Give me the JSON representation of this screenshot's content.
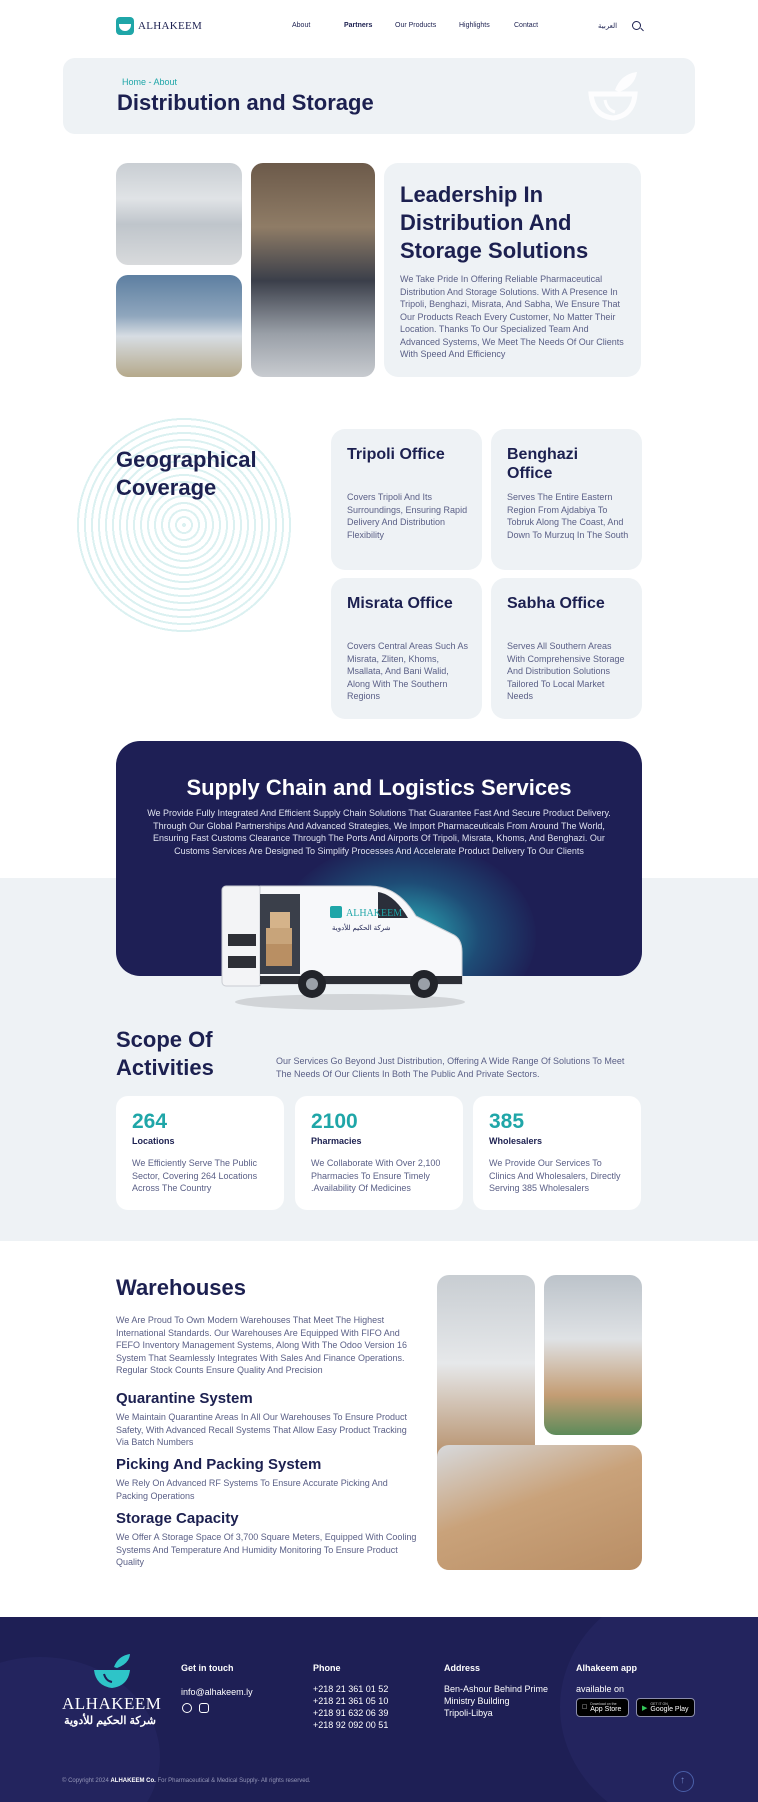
{
  "header": {
    "logo_text": "ALHAKEEM",
    "nav": [
      "About",
      "Partners",
      "Our Products",
      "Highlights",
      "Contact"
    ],
    "active_nav": "Partners",
    "language": "العربية"
  },
  "hero": {
    "breadcrumb": "Home - About",
    "title": "Distribution and Storage"
  },
  "leadership": {
    "title": "Leadership In Distribution And Storage Solutions",
    "text": "We Take Pride In Offering Reliable Pharmaceutical Distribution And Storage Solutions. With A Presence In Tripoli, Benghazi, Misrata, And Sabha, We Ensure That Our Products Reach Every Customer, No Matter Their Location. Thanks To Our Specialized Team And Advanced Systems, We Meet The Needs Of Our Clients With Speed And Efficiency"
  },
  "geo": {
    "title": "Geographical Coverage",
    "offices": [
      {
        "title": "Tripoli Office",
        "text": "Covers Tripoli And Its Surroundings, Ensuring Rapid Delivery And Distribution Flexibility"
      },
      {
        "title": "Benghazi Office",
        "text": "Serves The Entire Eastern Region From Ajdabiya To Tobruk Along The Coast, And Down To Murzuq In The South"
      },
      {
        "title": "Misrata Office",
        "text": "Covers Central Areas Such As Misrata, Zliten, Khoms, Msallata, And Bani Walid, Along With The Southern Regions"
      },
      {
        "title": "Sabha Office",
        "text": "Serves All Southern Areas With Comprehensive Storage And Distribution Solutions Tailored To Local Market Needs"
      }
    ]
  },
  "supply": {
    "title": "Supply Chain and Logistics Services",
    "text": "We Provide Fully Integrated And Efficient Supply Chain Solutions That Guarantee Fast And Secure Product Delivery. Through Our Global Partnerships And Advanced Strategies, We Import Pharmaceuticals From Around The World, Ensuring Fast Customs Clearance Through The Ports And Airports Of Tripoli, Misrata, Khoms, And Benghazi. Our Customs Services Are Designed To Simplify Processes And Accelerate Product Delivery To Our Clients",
    "van_label": "ALHAKEEM",
    "van_label_ar": "شركة الحكيم للأدوية"
  },
  "scope": {
    "title": "Scope Of Activities",
    "text": "Our Services Go Beyond Just Distribution, Offering A Wide Range Of Solutions To Meet The Needs Of Our Clients In Both The Public And Private Sectors.",
    "stats": [
      {
        "number": "264",
        "label": "Locations",
        "text": "We Efficiently Serve The Public Sector, Covering 264 Locations Across The Country"
      },
      {
        "number": "2100",
        "label": "Pharmacies",
        "text": "We Collaborate With Over 2,100 Pharmacies To Ensure Timely .Availability Of Medicines"
      },
      {
        "number": "385",
        "label": "Wholesalers",
        "text": "We Provide Our Services To Clinics And Wholesalers, Directly Serving 385 Wholesalers"
      }
    ]
  },
  "warehouses": {
    "title": "Warehouses",
    "text": "We Are Proud To Own Modern Warehouses That Meet The Highest International Standards. Our Warehouses Are Equipped With FIFO And FEFO Inventory Management Systems, Along With The Odoo Version 16 System That Seamlessly Integrates With Sales And Finance Operations. Regular Stock Counts Ensure Quality And Precision",
    "sections": [
      {
        "title": "Quarantine System",
        "text": "We Maintain Quarantine Areas In All Our Warehouses To Ensure Product Safety, With Advanced Recall Systems That Allow Easy Product Tracking Via Batch Numbers"
      },
      {
        "title": "Picking And Packing System",
        "text": "We Rely On Advanced RF Systems To Ensure Accurate Picking And Packing Operations"
      },
      {
        "title": "Storage Capacity",
        "text": "We Offer A Storage Space Of 3,700 Square Meters, Equipped With Cooling Systems And Temperature And Humidity Monitoring To Ensure Product Quality"
      }
    ]
  },
  "footer": {
    "logo_text": "ALHAKEEM",
    "logo_ar": "شركة الحكيم للأدوية",
    "get_in_touch": "Get in touch",
    "email": "info@alhakeem.ly",
    "phone_title": "Phone",
    "phones": [
      "+218 21 361 01 52",
      "+218 21 361 05 10",
      "+218 91 632 06 39",
      "+218 92 092 00 51"
    ],
    "address_title": "Address",
    "address": [
      "Ben-Ashour Behind Prime",
      "Ministry Building",
      "Tripoli-Libya"
    ],
    "app_title": "Alhakeem app",
    "available_on": "available on",
    "app_store": {
      "small": "Download on the",
      "label": "App Store"
    },
    "google_play": {
      "small": "GET IT ON",
      "label": "Google Play"
    },
    "copyright_prefix": "© Copyright 2024",
    "copyright_brand": "ALHAKEEM Co.",
    "copyright_suffix": "For Pharmaceutical & Medical Supply- All rights reserved."
  },
  "colors": {
    "navy": "#1c2050",
    "teal": "#1fa6a8",
    "panel": "#eef2f5",
    "footer": "#1e1f55"
  }
}
